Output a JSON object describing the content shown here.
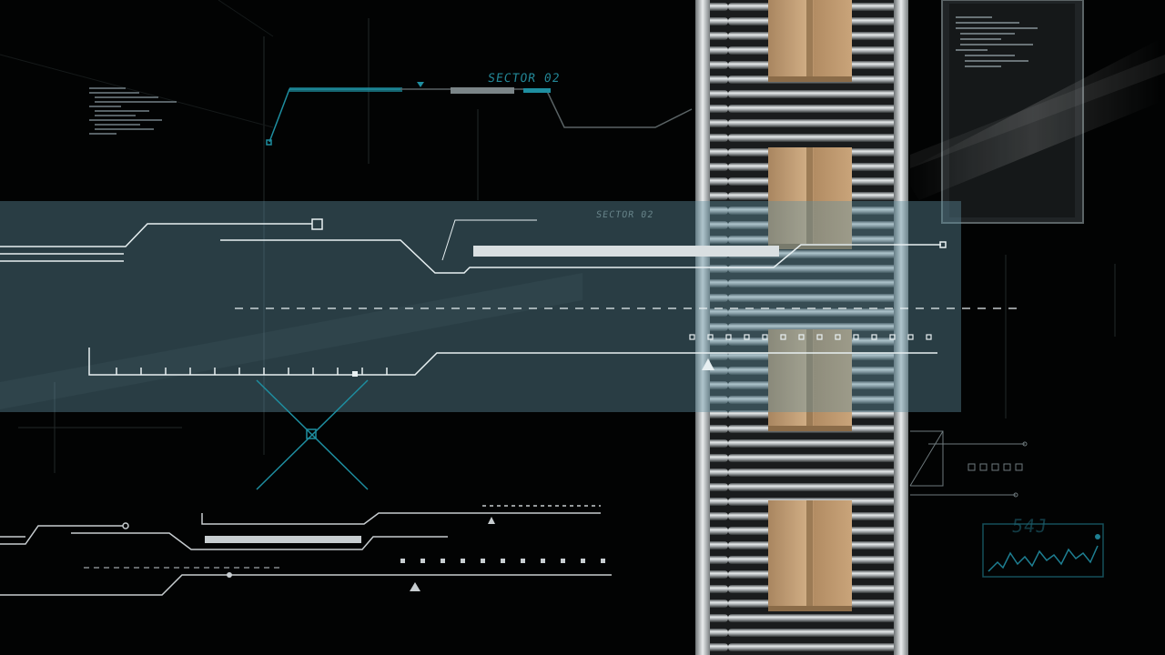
{
  "scene": {
    "description_tag": "hud-conveyor-overlay",
    "colors": {
      "background": "#020303",
      "band": "#5f8fa0",
      "hud_line": "#e8f0f2",
      "hud_teal": "#1e8ea0",
      "box": "#c8a57c",
      "box_shadow": "#9c7b55",
      "roller": "#b8bcbd"
    },
    "labels": {
      "sector_top": "SECTOR 02",
      "sector_band": "SECTOR 02",
      "panel_label": "54J"
    }
  }
}
